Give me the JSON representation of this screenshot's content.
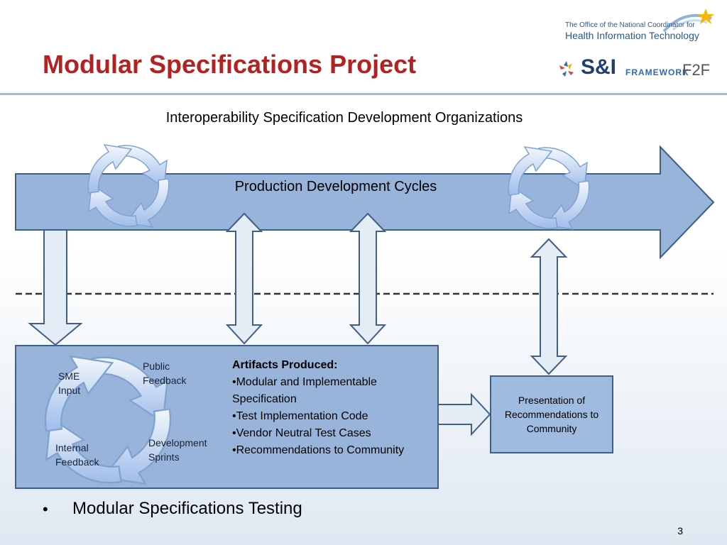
{
  "header": {
    "title": "Modular Specifications Project",
    "onc_line1": "The Office of the National Coordinator for",
    "onc_line2": "Health Information Technology",
    "si_logo_main": "S&I",
    "si_logo_framework": "FRAMEWORK",
    "si_logo_f2f": "F2F"
  },
  "diagram": {
    "top_label": "Interoperability Specification Development Organizations",
    "arrow_label": "Production Development Cycles",
    "cycle_labels": {
      "public_feedback": "Public Feedback",
      "sme_input": "SME Input",
      "internal_feedback": "Internal Feedback",
      "development_sprints": "Development Sprints"
    },
    "artifacts_heading": "Artifacts Produced:",
    "artifacts": [
      "•Modular and Implementable Specification",
      "•Test Implementation Code",
      "•Vendor Neutral Test Cases",
      "•Recommendations to Community"
    ],
    "presentation_box": "Presentation of Recommendations to Community"
  },
  "footer": {
    "bullet": "•",
    "bullet_text": "Modular Specifications Testing",
    "page_number": "3"
  },
  "colors": {
    "title_red": "#b22222",
    "box_fill": "#98b4da",
    "box_border": "#3f5f86",
    "arrow_fill": "#e4ecf6"
  }
}
